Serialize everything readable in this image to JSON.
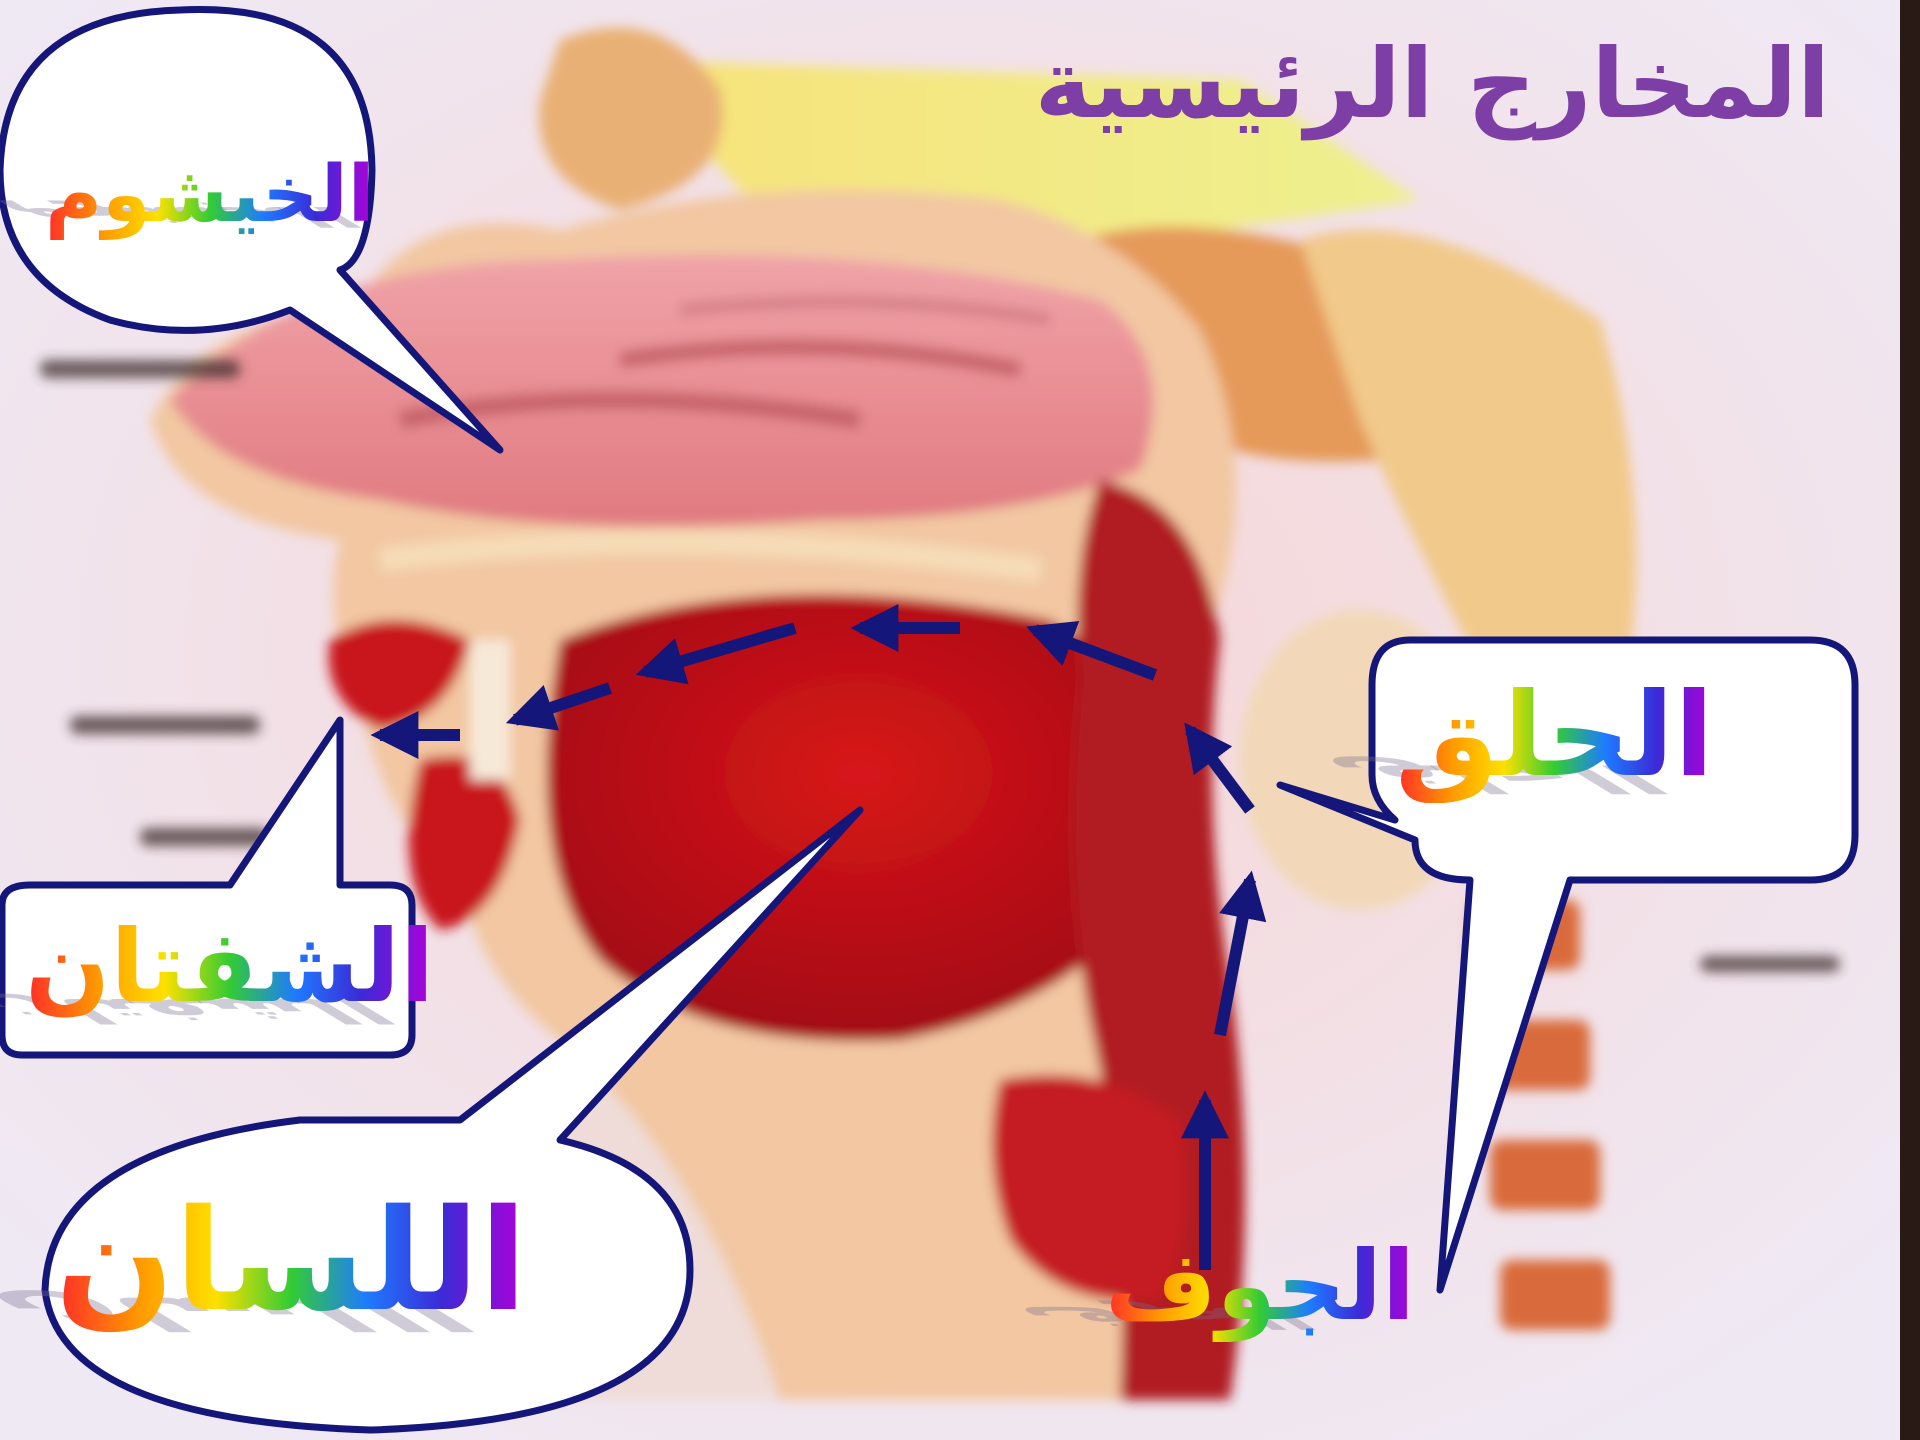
{
  "title": "المخارج الرئيسية",
  "labels": {
    "khayshoom": "الخيشوم",
    "shafatan": "الشفتان",
    "lisan": "اللسان",
    "halq": "الحلق",
    "jawf": "الجوف"
  },
  "colors": {
    "outline": "#14167a",
    "arrow": "#14167a",
    "title": "#7d3fa6",
    "flesh_dark": "#c8141c",
    "flesh_light": "#f08a8c"
  }
}
